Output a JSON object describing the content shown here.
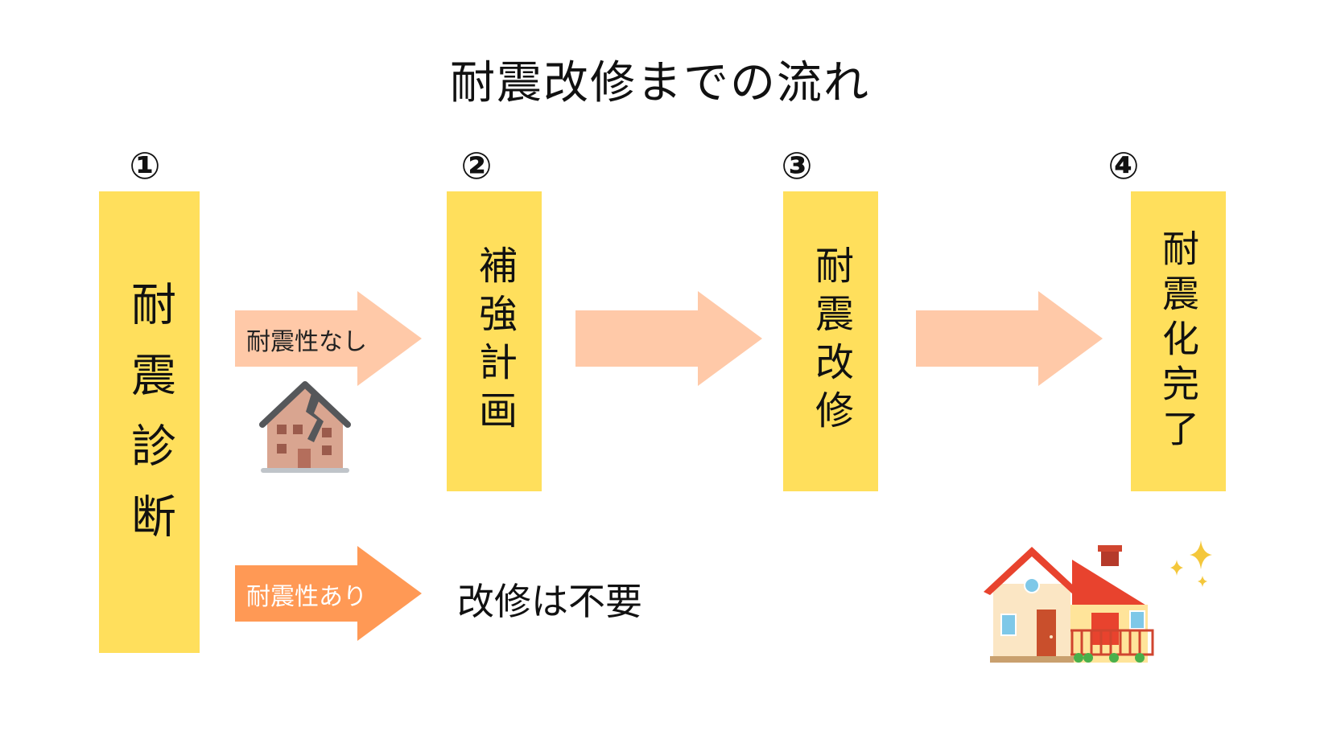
{
  "title": "耐震改修までの流れ",
  "steps": [
    {
      "number": "①",
      "label": "耐震診断"
    },
    {
      "number": "②",
      "label": "補強計画"
    },
    {
      "number": "③",
      "label": "耐震改修"
    },
    {
      "number": "④",
      "label": "耐震化完了"
    }
  ],
  "branches": {
    "no_resistance": "耐震性なし",
    "has_resistance": "耐震性あり",
    "result": "改修は不要"
  },
  "icons": {
    "damaged_house": "damaged-house-icon",
    "new_house": "new-house-icon",
    "sparkle": "sparkle-icon"
  },
  "colors": {
    "step_box": "#FFDF5C",
    "arrow_light": "#FFC9A8",
    "arrow_dark": "#FF9955"
  }
}
